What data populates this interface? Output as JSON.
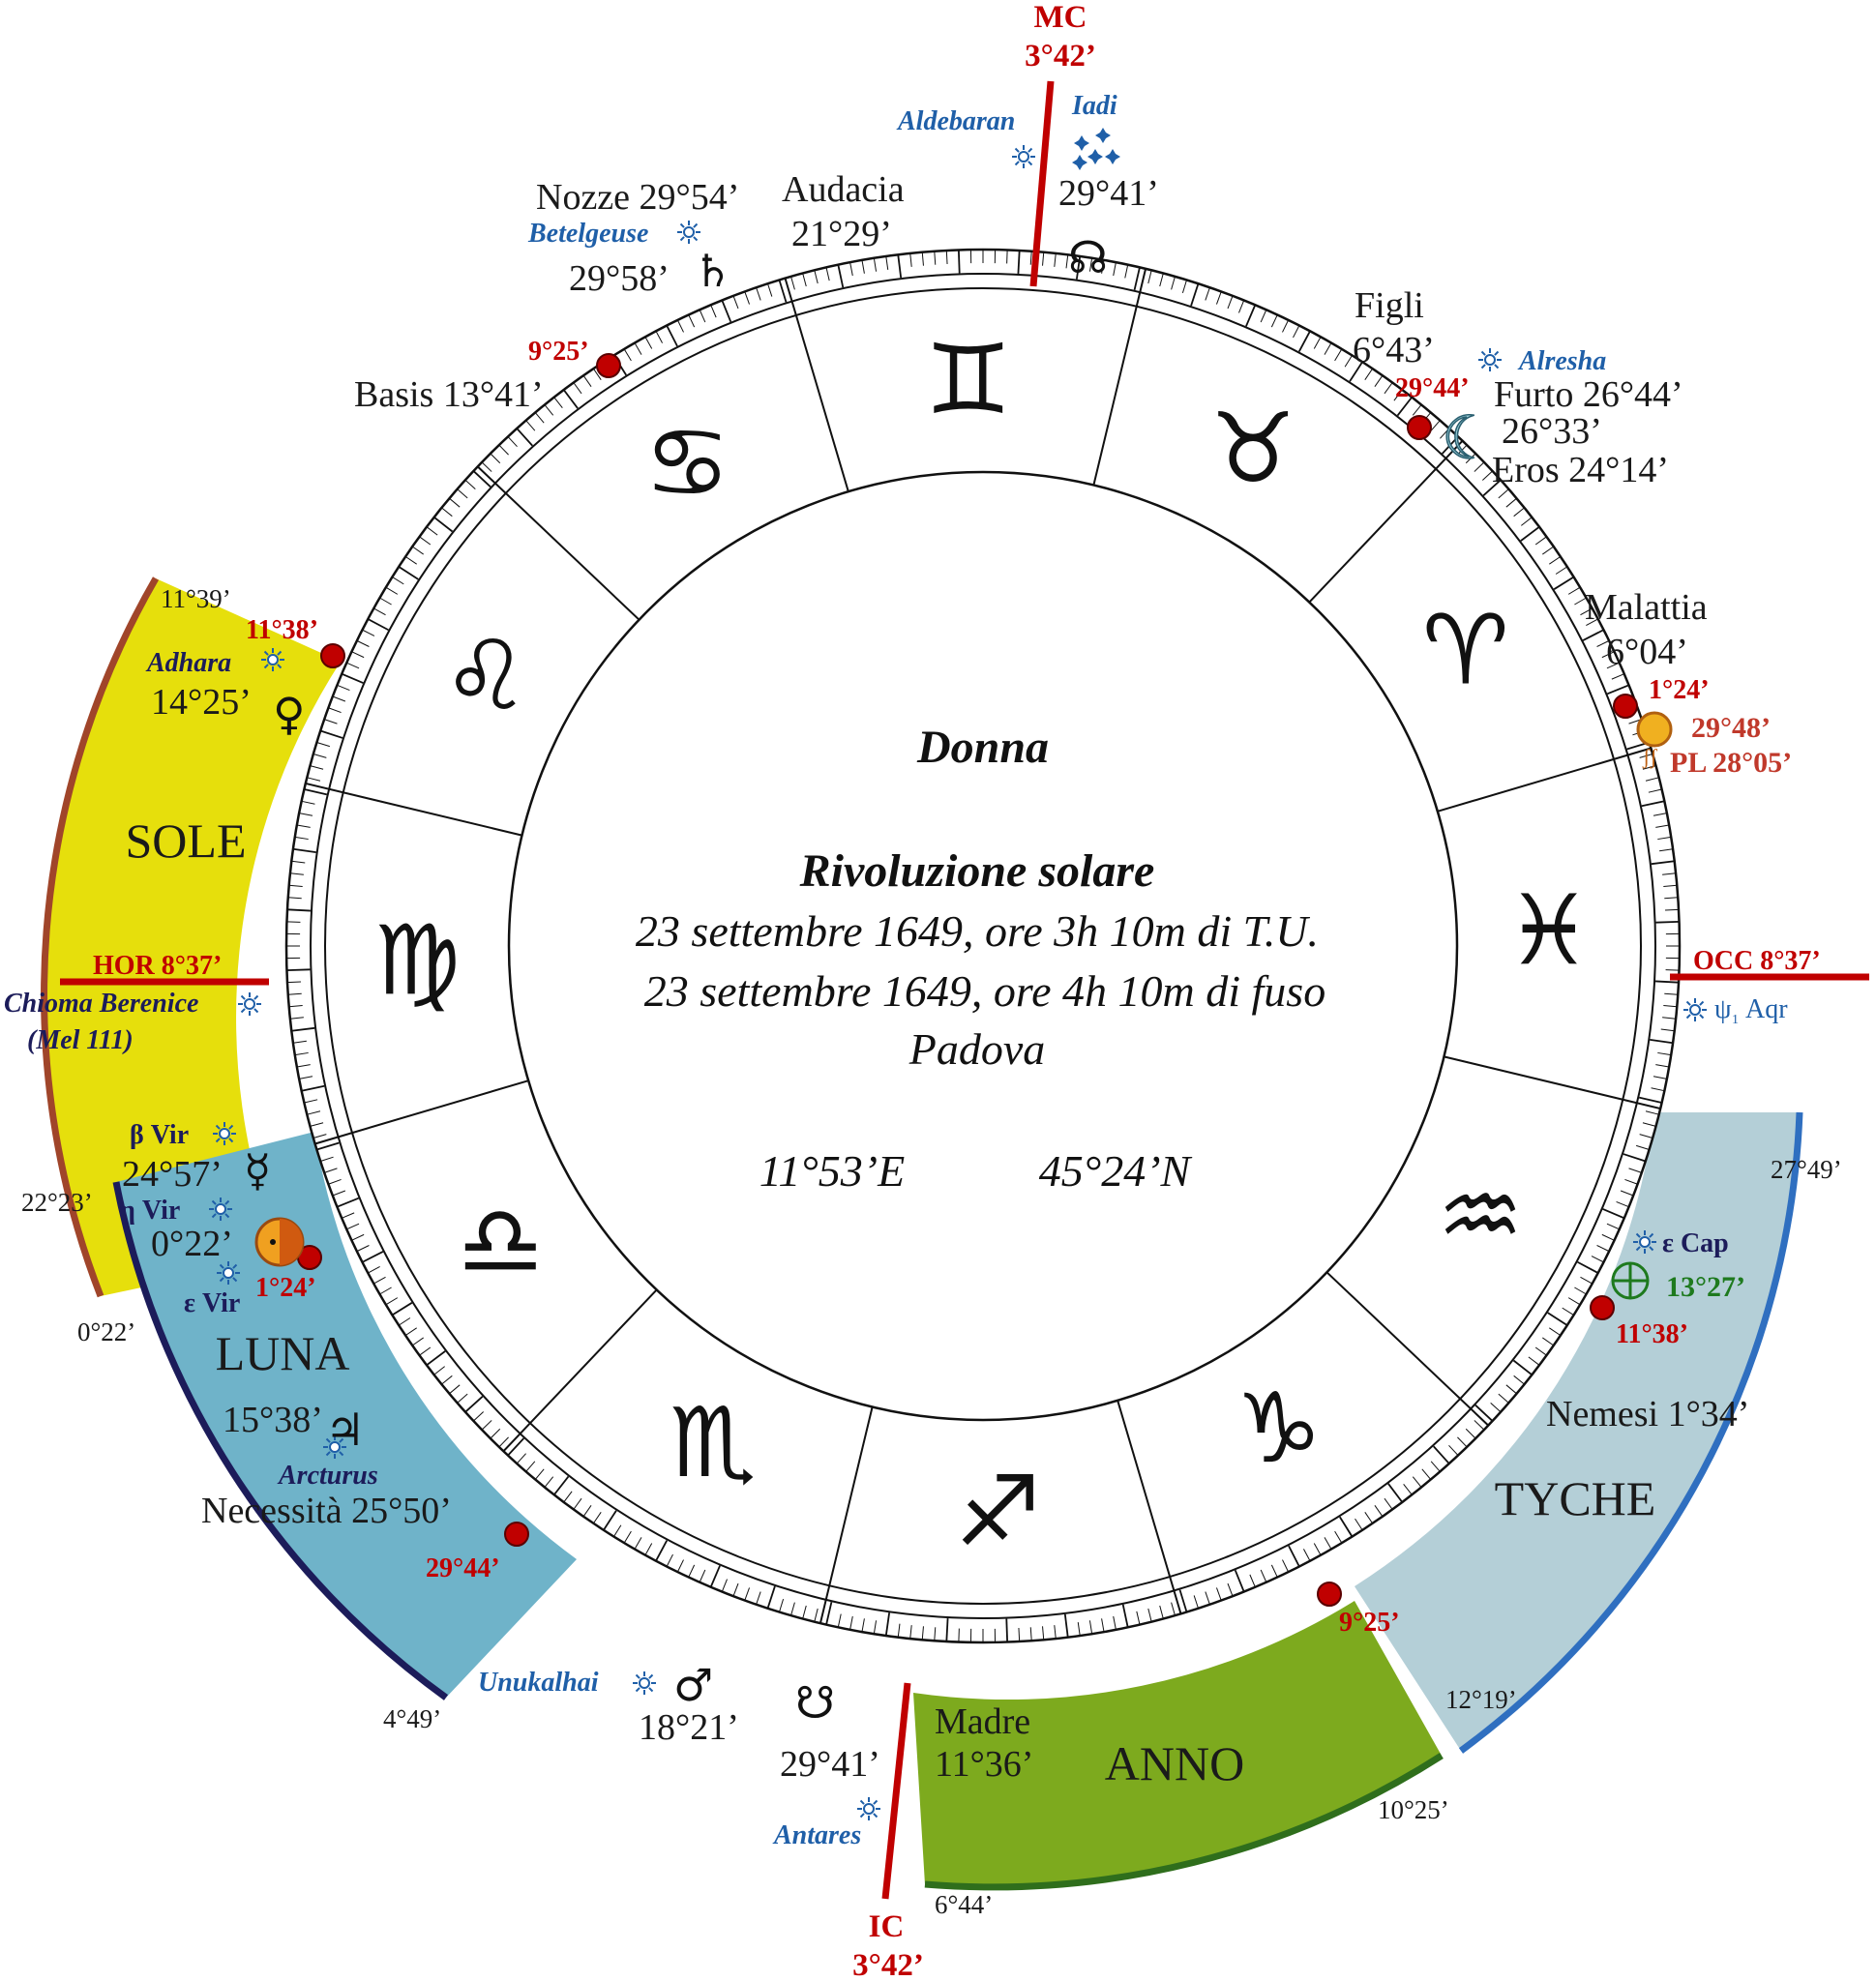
{
  "center": {
    "subject": "Donna",
    "title": "Rivoluzione solare",
    "line1": "23 settembre 1649, ore 3h 10m di T.U.",
    "line2": "23 settembre 1649, ore 4h 10m di fuso",
    "place": "Padova",
    "lon": "11°53’E",
    "lat": "45°24’N"
  },
  "angles": {
    "mc_label": "MC",
    "mc_deg": "3°42’",
    "ic_label": "IC",
    "ic_deg": "3°42’",
    "hor": "HOR 8°37’",
    "occ": "OCC 8°37’"
  },
  "houses": {
    "sole": "SOLE",
    "luna": "LUNA",
    "anno": "ANNO",
    "tyche": "TYCHE"
  },
  "house_degrees": {
    "sole_top": "11°39’",
    "sole_bottom": "0°22’",
    "sole_mid": "22°23’",
    "luna_bottom": "4°49’",
    "anno_left": "6°44’",
    "anno_right": "10°25’",
    "tyche_bottom": "12°19’",
    "tyche_top": "27°49’"
  },
  "cusps": {
    "c1": "9°25’",
    "c2": "29°44’",
    "c3": "1°24’",
    "c4": "11°38’",
    "c5": "11°38’",
    "c6": "1°24’",
    "c7": "29°44’",
    "c8": "9°25’"
  },
  "stars": {
    "aldebaran": "Aldebaran",
    "iadi": "Iadi",
    "betelgeuse": "Betelgeuse",
    "alresha": "Alresha",
    "adhara": "Adhara",
    "chioma": "Chioma Berenice",
    "mel": "(Mel 111)",
    "beta_vir": "β Vir",
    "eta_vir": "η Vir",
    "eps_vir": "ε Vir",
    "arcturus": "Arcturus",
    "unukalhai": "Unukalhai",
    "antares": "Antares",
    "eps_cap": "ε Cap",
    "psi_aqr": "ψ",
    "psi_aqr_sub": "1",
    "psi_aqr_label": "Aqr"
  },
  "lots": {
    "nozze": "Nozze 29°54’",
    "audacia": "Audacia",
    "audacia_deg": "21°29’",
    "basis": "Basis 13°41’",
    "figli": "Figli",
    "figli_deg": "6°43’",
    "furto": "Furto 26°44’",
    "eros": "Eros 24°14’",
    "malattia": "Malattia",
    "malattia_deg": "6°04’",
    "necessita": "Necessità 25°50’",
    "madre": "Madre",
    "madre_deg": "11°36’",
    "nemesi": "Nemesi 1°34’"
  },
  "planets": {
    "saturn_deg": "29°58’",
    "node_n_deg": "29°41’",
    "moon_deg": "26°33’",
    "sun_deg": "29°48’",
    "pl_deg": "PL  28°05’",
    "venus_deg": "14°25’",
    "mercury_deg": "24°57’",
    "sun2_deg": "0°22’",
    "jupiter_deg": "15°38’",
    "mars_deg": "18°21’",
    "node_s_deg": "29°41’",
    "fortune_deg": "13°27’"
  },
  "colors": {
    "sole": "#e6df0c",
    "luna": "#6fb3c9",
    "anno": "#7daa1e",
    "tyche": "#b4cfd7",
    "axis": "#c00000"
  }
}
